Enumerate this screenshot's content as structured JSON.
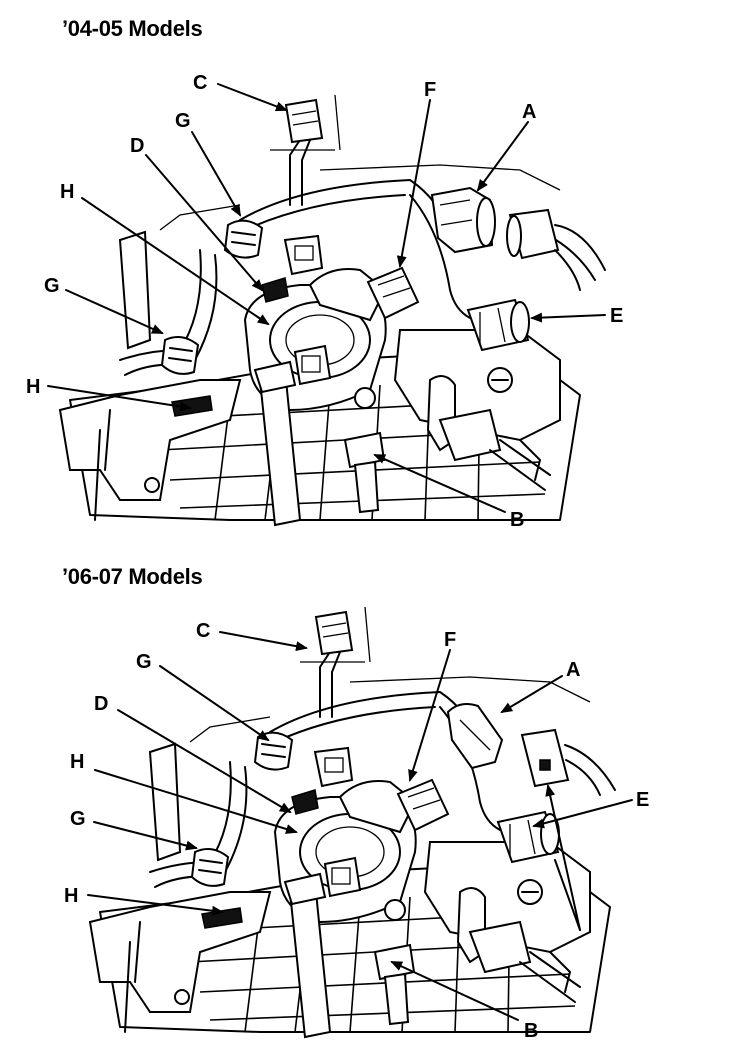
{
  "panels": [
    {
      "title": "’04-05 Models",
      "callouts": {
        "A": "A",
        "B": "B",
        "C": "C",
        "D": "D",
        "E": "E",
        "F": "F",
        "G1": "G",
        "G2": "G",
        "H1": "H",
        "H2": "H"
      }
    },
    {
      "title": "’06-07 Models",
      "callouts": {
        "A": "A",
        "B": "B",
        "C": "C",
        "D": "D",
        "E": "E",
        "F": "F",
        "G1": "G",
        "G2": "G",
        "H1": "H",
        "H2": "H"
      }
    }
  ]
}
